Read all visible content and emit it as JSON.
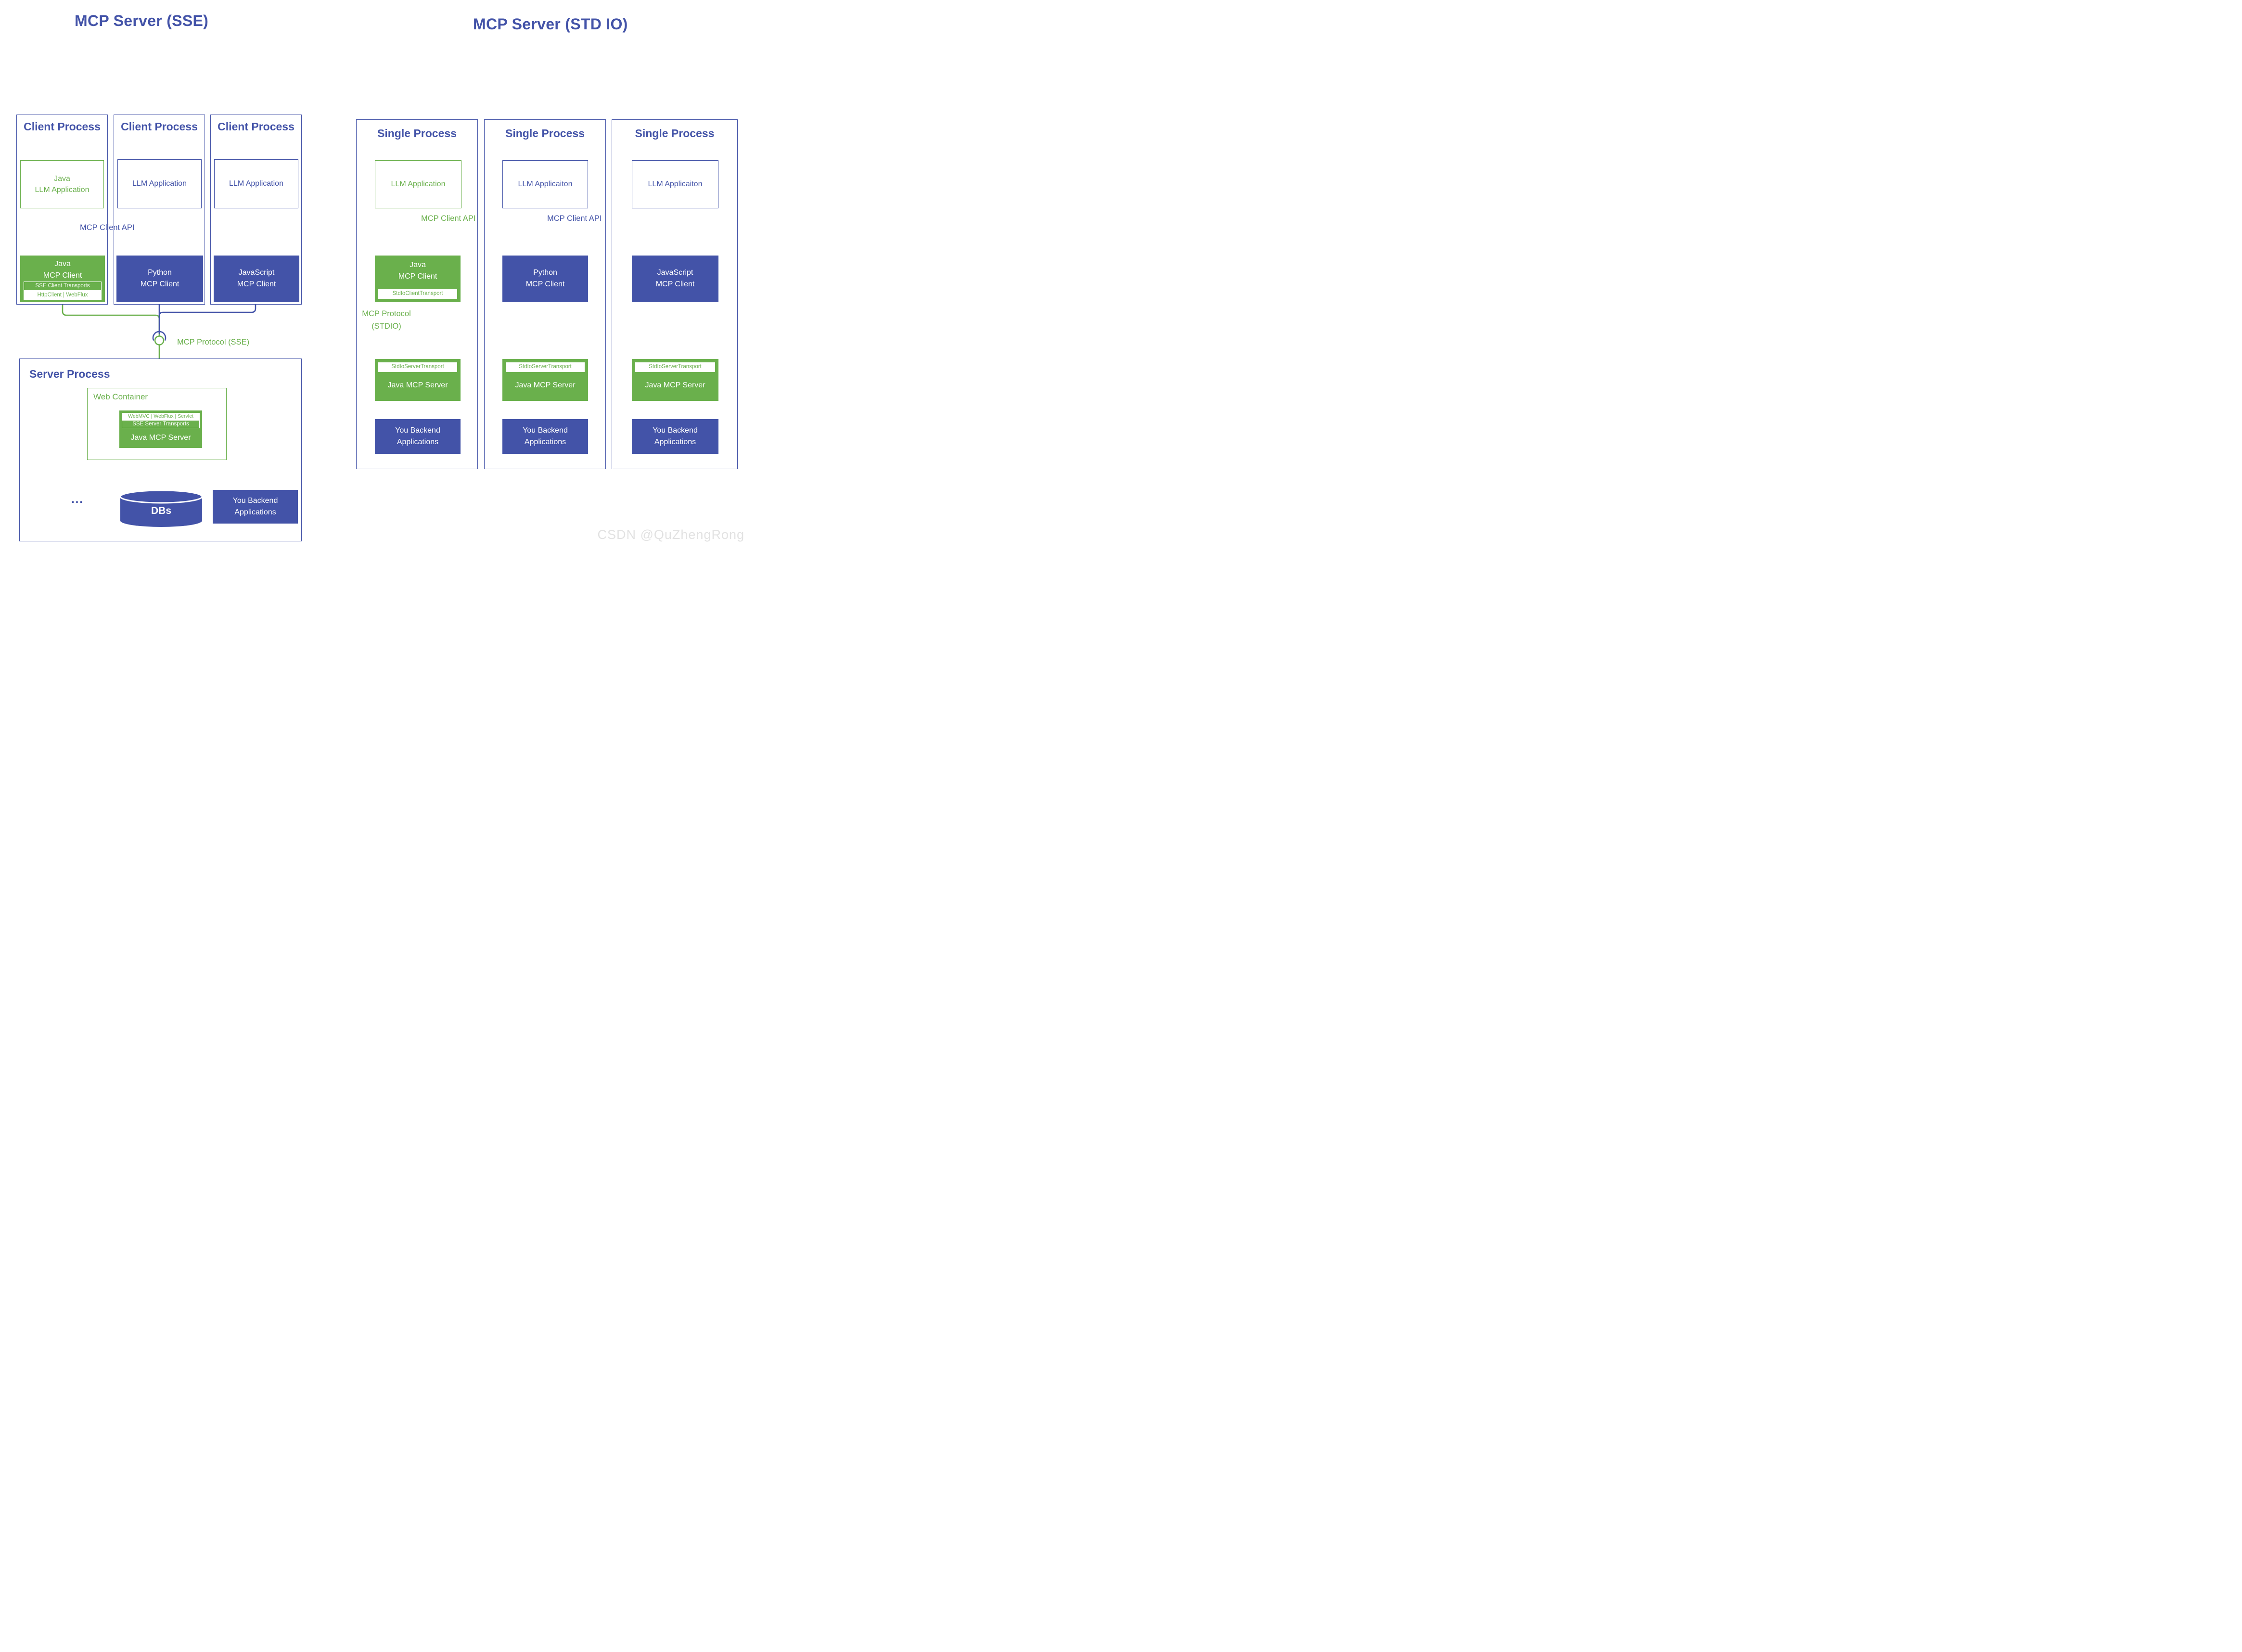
{
  "watermark": "CSDN @QuZhengRong",
  "colors": {
    "green": "#6ab04c",
    "blue": "#4353a8"
  },
  "sse": {
    "title": "MCP Server (SSE)",
    "api_label": "MCP Client API",
    "protocol_label": "MCP Protocol (SSE)",
    "clients": [
      {
        "title": "Client Process",
        "app": "Java\nLLM Application",
        "name": "Java\nMCP Client",
        "transport": "SSE Client Transports",
        "transport_impl": "HttpClient | WebFlux"
      },
      {
        "title": "Client Process",
        "app": "LLM Application",
        "name": "Python\nMCP Client"
      },
      {
        "title": "Client Process",
        "app": "LLM Application",
        "name": "JavaScript\nMCP Client"
      }
    ],
    "server": {
      "title": "Server Process",
      "container": "Web Container",
      "frameworks": "WebMVC | WebFlux | Servlet",
      "transport": "SSE Server Transports",
      "name": "Java MCP Server",
      "ellipsis": "...",
      "db": "DBs",
      "backend": "You Backend\nApplications"
    }
  },
  "stdio": {
    "title": "MCP Server (STD IO)",
    "protocol_label": "MCP Protocol\n(STDIO)",
    "processes": [
      {
        "title": "Single Process",
        "app": "LLM Application",
        "api_label": "MCP Client API",
        "name": "Java\nMCP Client",
        "client_transport": "StdIoClientTransport",
        "server_transport": "StdIoServerTransport",
        "server": "Java MCP Server",
        "backend": "You Backend\nApplications"
      },
      {
        "title": "Single Process",
        "app": "LLM Applicaiton",
        "api_label": "MCP Client API",
        "name": "Python\nMCP Client",
        "server_transport": "StdIoServerTransport",
        "server": "Java MCP Server",
        "backend": "You Backend\nApplications"
      },
      {
        "title": "Single Process",
        "app": "LLM Applicaiton",
        "name": "JavaScript\nMCP Client",
        "server_transport": "StdIoServerTransport",
        "server": "Java MCP Server",
        "backend": "You Backend\nApplications"
      }
    ]
  }
}
